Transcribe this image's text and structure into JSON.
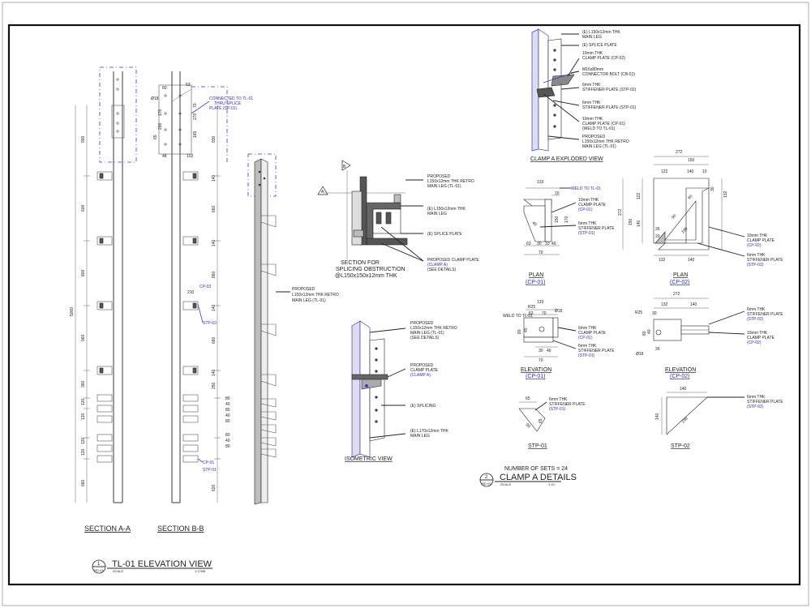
{
  "sections": {
    "a": "SECTION A-A",
    "b": "SECTION B-B",
    "dims_a": [
      "900",
      "600",
      "800",
      "960",
      "360",
      "120",
      "120",
      "120",
      "120",
      "660"
    ],
    "total_height": "5000",
    "dims_b": [
      "930",
      "140",
      "660",
      "140",
      "860",
      "140",
      "660",
      "140",
      "250",
      "80",
      "40",
      "80",
      "40",
      "80",
      "80",
      "40",
      "80",
      "620"
    ],
    "top_dims": {
      "d1": "60",
      "d2": "52",
      "d3": "Ø18",
      "d4": "170",
      "d5": "200",
      "d6": "65",
      "d7": "270",
      "d8": "70",
      "d9": "165",
      "d10": "48",
      "d11": "102"
    },
    "note_splice": [
      "CONNECTED TO TL-01",
      "THRU SPLICE",
      "PLATE (SP-01)"
    ],
    "cp03": "CP-03",
    "stp03": "STP-03",
    "d210": "210",
    "cp01": "CP-01",
    "stp01": "STP-01",
    "proposed_leg": [
      "PROPOSED",
      "L150x12mm THK RETRO",
      "MAIN LEG (TL-01)"
    ]
  },
  "elevation_title": {
    "num": "1",
    "ref": "RD-03",
    "text": "TL-01 ELEVATION VIEW",
    "scale_label": "SCALE",
    "scale": "1:170M"
  },
  "splice_section": {
    "markers": [
      "B",
      "A"
    ],
    "labels": [
      [
        "PROPOSED",
        "L150x12mm THK RETRO",
        "MAIN LEG (TL-01)"
      ],
      [
        "(E) L150x12mm THK",
        "MAIN LEG"
      ],
      [
        "(E) SPLICE PLATE"
      ],
      [
        "PROPOSED CLAMP PLATE",
        "(CLAMP A)",
        "(SEE DETAILS)"
      ]
    ],
    "title": [
      "SECTION FOR",
      "SPLICING OBSTRUCTION",
      "@L150x150x12mm THK"
    ]
  },
  "isometric": {
    "labels": [
      [
        "PROPOSED",
        "L150x12mm THK RETRO",
        "MAIN LEG (TL-01)",
        "(SEE DETAILS)"
      ],
      [
        "PROPOSED",
        "CLAMP PLATE",
        "(CLAMP A)"
      ],
      [
        "(E) SPLICING"
      ],
      [
        "(E) L170x12mm THK",
        "MAIN LEG"
      ]
    ],
    "title": "ISOMETRIC VIEW"
  },
  "exploded": {
    "labels": [
      [
        "(E) L150x12mm THK",
        "MAIN LEG"
      ],
      [
        "(E) SPLICE PLATE"
      ],
      [
        "10mm THK",
        "CLAMP PLATE (CP-02)"
      ],
      [
        "M16x80mm",
        "CONNECTOR BOLT (CB-01)"
      ],
      [
        "6mm THK",
        "STIFFENER PLATE (STP-02)"
      ],
      [
        "6mm THK",
        "STIFFENER PLATE (STP-01)"
      ],
      [
        "10mm THK",
        "CLAMP PLATE (CP-01)",
        "(WELD TO TL-01)"
      ],
      [
        "PROPOSED",
        "L150x12mm THK RETRO",
        "MAIN LEG (TL-01)"
      ]
    ],
    "title": "CLAMP A EXPLODED VIEW"
  },
  "cp01_plan": {
    "dims": [
      "133",
      "10",
      "150",
      "170",
      "63",
      "30",
      "10",
      "40",
      "70",
      "40"
    ],
    "weld": "WELD TO TL-01",
    "labels": [
      [
        "10mm THK",
        "CLAMP PLATE",
        "(CP-01)"
      ],
      [
        "6mm THK",
        "STIFFENER PLATE",
        "(STP-01)"
      ]
    ],
    "title": "PLAN",
    "sub": "(CP-01)"
  },
  "cp02_plan": {
    "dims": [
      "272",
      "150",
      "122",
      "140",
      "10",
      "122",
      "150",
      "140",
      "30",
      "26",
      "20",
      "132",
      "272",
      "132",
      "140",
      "90",
      "60",
      "196"
    ],
    "labels": [
      [
        "10mm THK",
        "CLAMP PLATE",
        "(CP-02)"
      ],
      [
        "6mm THK",
        "STIFFENER PLATE",
        "(STP-02)"
      ]
    ],
    "title": "PLAN",
    "sub": "(CP-02)"
  },
  "cp01_elev": {
    "dims": [
      "R25",
      "133",
      "63",
      "70",
      "Ø18",
      "80",
      "40",
      "30",
      "40",
      "70"
    ],
    "weld": "WELD TO TL-01",
    "labels": [
      [
        "6mm THK",
        "CLAMP PLATE",
        "(CP-01)"
      ],
      [
        "6mm THK",
        "STIFFENER PLATE",
        "(STP-01)"
      ]
    ],
    "title": "ELEVATION",
    "sub": "(CP-01)"
  },
  "cp02_elev": {
    "dims": [
      "272",
      "R25",
      "132",
      "140",
      "30",
      "80",
      "40",
      "Ø18",
      "26"
    ],
    "labels": [
      [
        "6mm THK",
        "STIFFENER PLATE",
        "(STP-02)"
      ],
      [
        "10mm THK",
        "CLAMP PLATE",
        "(CP-02)"
      ]
    ],
    "title": "ELEVATION",
    "sub": "(CP-02)"
  },
  "stp01": {
    "dims": [
      "65",
      "90",
      "65"
    ],
    "label": [
      "6mm THK",
      "STIFFENER PLATE",
      "(STP-01)"
    ],
    "title": "STP-01"
  },
  "stp02": {
    "dims": [
      "140",
      "140",
      "198"
    ],
    "label": [
      "6mm THK",
      "STIFFENER PLATE",
      "(STP-02)"
    ],
    "title": "STP-02"
  },
  "clamp_title": {
    "sets": "NUMBER OF SETS = 24",
    "num": "2",
    "ref": "RD-03",
    "text": "CLAMP A DETAILS",
    "scale_label": "SCALE",
    "scale": "1:10"
  }
}
